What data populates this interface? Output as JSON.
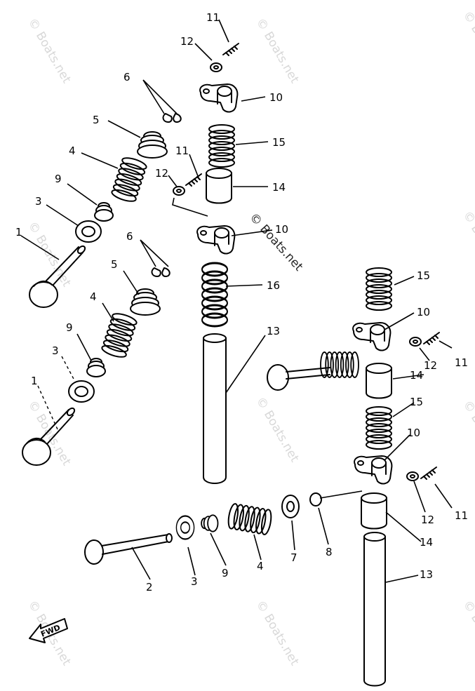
{
  "diagram": {
    "callouts": {
      "c1a": "1",
      "c1b": "1",
      "c2": "2",
      "c3a": "3",
      "c3b": "3",
      "c3c": "3",
      "c4a": "4",
      "c4b": "4",
      "c4c": "4",
      "c5a": "5",
      "c5b": "5",
      "c6a": "6",
      "c6b": "6",
      "c7": "7",
      "c8": "8",
      "c9a": "9",
      "c9b": "9",
      "c9c": "9",
      "c10a": "10",
      "c10b": "10",
      "c10c": "10",
      "c10d": "10",
      "c11a": "11",
      "c11b": "11",
      "c11c": "11",
      "c11d": "11",
      "c12a": "12",
      "c12b": "12",
      "c12c": "12",
      "c12d": "12",
      "c13a": "13",
      "c13b": "13",
      "c14a": "14",
      "c14b": "14",
      "c14c": "14",
      "c15a": "15",
      "c15b": "15",
      "c15c": "15",
      "c16": "16"
    },
    "fwd_label": "FWD",
    "watermark": "© Boats.net"
  }
}
